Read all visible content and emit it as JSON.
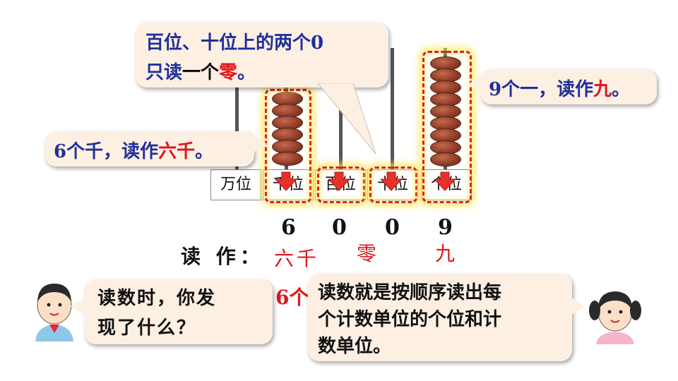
{
  "top_bubble": {
    "line1": "百位、十位上的两个0",
    "line2_prefix": "只读",
    "line2_middle": "一个",
    "line2_red": "零",
    "line2_end": "。"
  },
  "right_bubble": {
    "prefix": "9个一，读作",
    "red": "九",
    "end": "。"
  },
  "left_bubble": {
    "prefix": "6个千，读作",
    "red": "六千",
    "end": "。"
  },
  "places": [
    "万位",
    "千位",
    "百位",
    "十位",
    "个位"
  ],
  "digits": [
    "6",
    "0",
    "0",
    "9"
  ],
  "read_label": "读 作：",
  "readings": {
    "thousand": "六千",
    "zero": "零",
    "one": "九"
  },
  "partial_text": "6个",
  "boy_bubble": {
    "line1": "读数时，你发",
    "line2": "现了什么？"
  },
  "girl_bubble": {
    "line1": "读数就是按顺序读出每",
    "line2": "个计数单位的个位和计",
    "line3": "数单位。"
  },
  "colors": {
    "blue_text": "#1f2f9c",
    "red_text": "#e0151d",
    "bubble_bg": "#fdf0e3",
    "bead": "#8b3a26",
    "frame": "#d9261c"
  },
  "bead_counts": {
    "ten_thousands": 0,
    "thousands": 6,
    "hundreds": 0,
    "tens": 0,
    "ones": 9
  }
}
